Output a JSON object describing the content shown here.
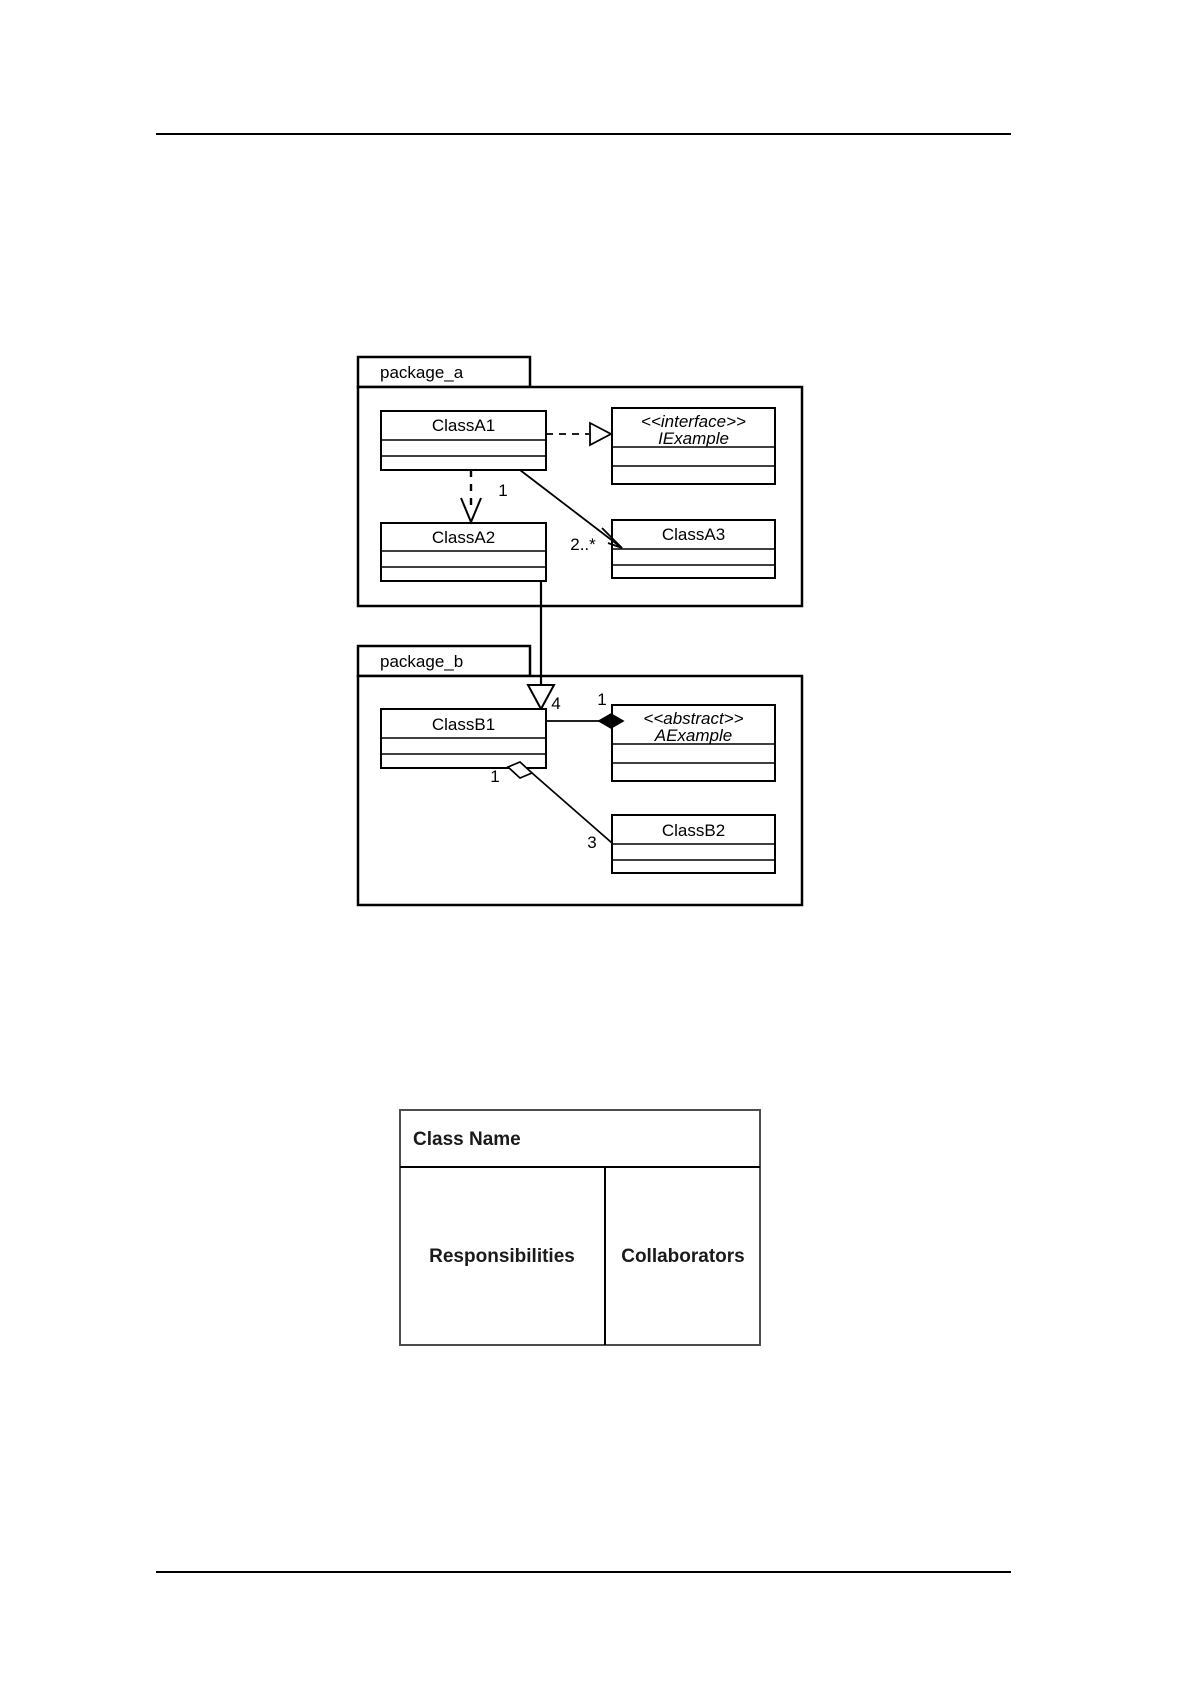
{
  "page": {
    "background_color": "#ffffff",
    "rule_color": "#000000",
    "header_rule_present": true,
    "footer_rule_present": true
  },
  "diagram": {
    "type": "uml-class-diagram",
    "line_color": "#000000",
    "fill_color": "#ffffff",
    "packages": [
      {
        "name": "package_a",
        "tab_label": "package_a",
        "classes": [
          {
            "id": "ClassA1",
            "name": "ClassA1",
            "stereotype": "",
            "compartments": 3,
            "attributes": [],
            "operations": []
          },
          {
            "id": "IExample",
            "name": "IExample",
            "stereotype": "<<interface>>",
            "compartments": 3,
            "attributes": [],
            "operations": []
          },
          {
            "id": "ClassA2",
            "name": "ClassA2",
            "stereotype": "",
            "compartments": 3,
            "attributes": [],
            "operations": []
          },
          {
            "id": "ClassA3",
            "name": "ClassA3",
            "stereotype": "",
            "compartments": 3,
            "attributes": [],
            "operations": []
          }
        ]
      },
      {
        "name": "package_b",
        "tab_label": "package_b",
        "classes": [
          {
            "id": "ClassB1",
            "name": "ClassB1",
            "stereotype": "",
            "compartments": 3,
            "attributes": [],
            "operations": []
          },
          {
            "id": "AExample",
            "name": "AExample",
            "stereotype": "<<abstract>>",
            "compartments": 3,
            "attributes": [],
            "operations": []
          },
          {
            "id": "ClassB2",
            "name": "ClassB2",
            "stereotype": "",
            "compartments": 3,
            "attributes": [],
            "operations": []
          }
        ]
      }
    ],
    "relationships": [
      {
        "id": "rel-a1-iexample",
        "kind": "realization",
        "style": "dashed",
        "arrow": "hollow-triangle",
        "source": "ClassA1",
        "target": "IExample",
        "source_multiplicity": "",
        "target_multiplicity": ""
      },
      {
        "id": "rel-a1-a2",
        "kind": "dependency",
        "style": "dashed",
        "arrow": "open-arrow",
        "source": "ClassA1",
        "target": "ClassA2",
        "source_multiplicity": "",
        "target_multiplicity": ""
      },
      {
        "id": "rel-a1-a3",
        "kind": "association",
        "style": "solid",
        "arrow": "open-arrow",
        "source": "ClassA1",
        "target": "ClassA3",
        "source_multiplicity": "1",
        "target_multiplicity": "2..*"
      },
      {
        "id": "rel-a2-b1",
        "kind": "generalization",
        "style": "solid",
        "arrow": "hollow-triangle",
        "source": "ClassB1",
        "target": "ClassA2",
        "source_multiplicity": "",
        "target_multiplicity": ""
      },
      {
        "id": "rel-b1-aexample",
        "kind": "composition",
        "style": "solid",
        "arrow": "filled-diamond",
        "source": "ClassB1",
        "target": "AExample",
        "source_multiplicity": "4",
        "target_multiplicity": "1"
      },
      {
        "id": "rel-b1-b2",
        "kind": "aggregation",
        "style": "solid",
        "arrow": "hollow-diamond",
        "source": "ClassB1",
        "target": "ClassB2",
        "source_multiplicity": "1",
        "target_multiplicity": "3"
      }
    ],
    "multiplicity_labels": {
      "a1_to_a3_source": "1",
      "a1_to_a3_target": "2..*",
      "b1_to_aexample_source": "4",
      "b1_to_aexample_target": "1",
      "b1_to_b2_source": "1",
      "b1_to_b2_target": "3"
    }
  },
  "crc_card": {
    "type": "crc-card",
    "border_color": "#4d4d4d",
    "class_name": "Class Name",
    "responsibilities_label": "Responsibilities",
    "collaborators_label": "Collaborators"
  }
}
